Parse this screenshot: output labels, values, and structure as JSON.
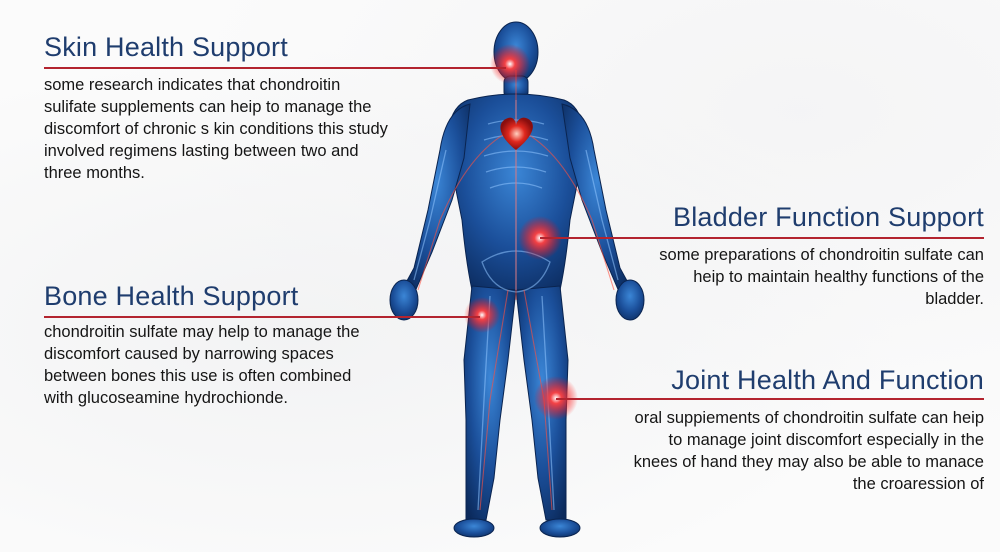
{
  "callouts": {
    "skin": {
      "title": "Skin Health Support",
      "body": "some research indicates that chondroitin sulifate supplements can heip to manage the discomfort of chronic s kin conditions this study involved regimens lasting between two and three months."
    },
    "bone": {
      "title": "Bone Health Support",
      "body": "chondroitin sulfate may help to manage the discomfort caused by narrowing spaces between bones this use is often combined with glucoseamine hydrochionde."
    },
    "bladder": {
      "title": "Bladder Function Support",
      "body": "some preparations of chondroitin sulfate can heip to maintain healthy functions of the bladder."
    },
    "joint": {
      "title": "Joint Health And Function",
      "body": "oral suppiements of chondroitin sulfate can heip to manage joint discomfort especially in the knees of hand they may also be able to manace the croaression of"
    }
  },
  "colors": {
    "title": "#1f3d6e",
    "text": "#151515",
    "leader": "#b3242f",
    "body_fill": "#1e5aa8",
    "highlight": "#ff2a2a"
  }
}
